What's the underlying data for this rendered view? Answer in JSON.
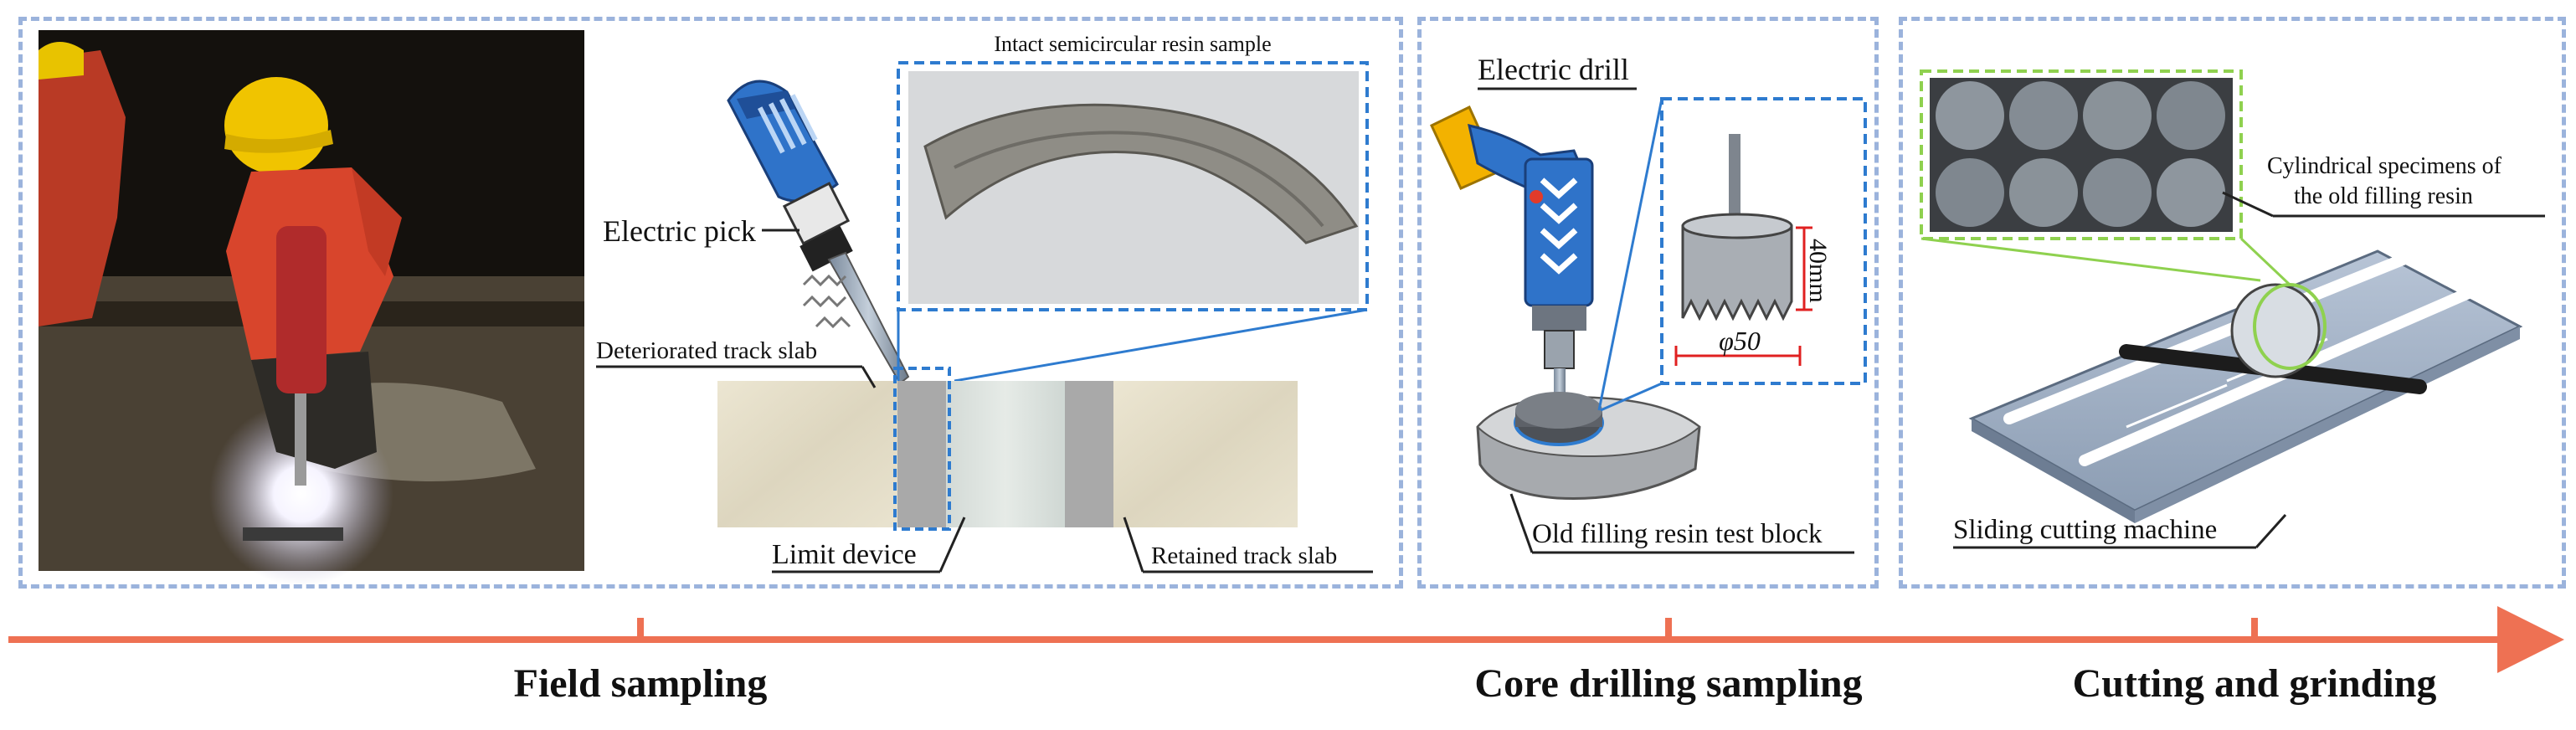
{
  "panels": {
    "field": {
      "sample_title": "Intact semicircular resin sample",
      "pick_label": "Electric pick",
      "deteriorated_label": "Deteriorated track slab",
      "limit_label": "Limit device",
      "retained_label": "Retained track slab"
    },
    "core": {
      "drill_label": "Electric drill",
      "depth_label": "40mm",
      "diameter_label": "φ50",
      "block_label": "Old filling resin test block"
    },
    "cutting": {
      "specimens_label_line1": "Cylindrical specimens of",
      "specimens_label_line2": "the old filling resin",
      "machine_label": "Sliding cutting machine"
    }
  },
  "timeline": {
    "stage1": "Field sampling",
    "stage2": "Core drilling sampling",
    "stage3": "Cutting and grinding"
  },
  "colors": {
    "frame": "#9bb3dc",
    "timeline": "#ee7153",
    "callout": "#2e7bcf",
    "specimen_callout": "#8fd14f",
    "dimension": "#e02020"
  }
}
